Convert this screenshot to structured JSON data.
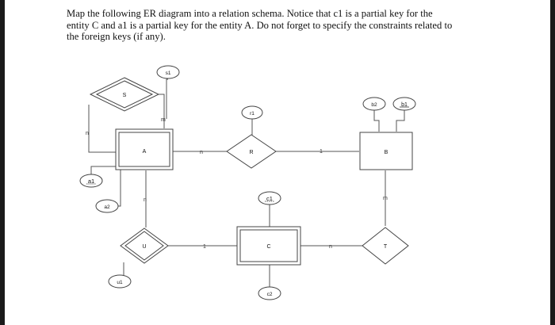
{
  "question": "Map the following ER diagram into a relation schema. Notice that c1 is a partial key for the\nentity C and a1 is a partial key for the entity A.  Do not forget to specify the constraints related to\nthe foreign keys (if any).",
  "entities": {
    "A": "A",
    "B": "B",
    "C": "C"
  },
  "relationships": {
    "S": "S",
    "R": "R",
    "T": "T",
    "U": "U"
  },
  "attributes": {
    "s1": "s1",
    "r1": "r1",
    "b2": "b2",
    "b1": "b1",
    "a1": "a1",
    "a2": "a2",
    "c1": "c1",
    "c2": "c2",
    "u1": "u1"
  },
  "cardinalities": {
    "s_n": "n",
    "s_m": "m",
    "r_a": "n",
    "r_b": "1",
    "b_t": "m",
    "c_t": "n",
    "a_u": "n",
    "u_c": "1"
  }
}
